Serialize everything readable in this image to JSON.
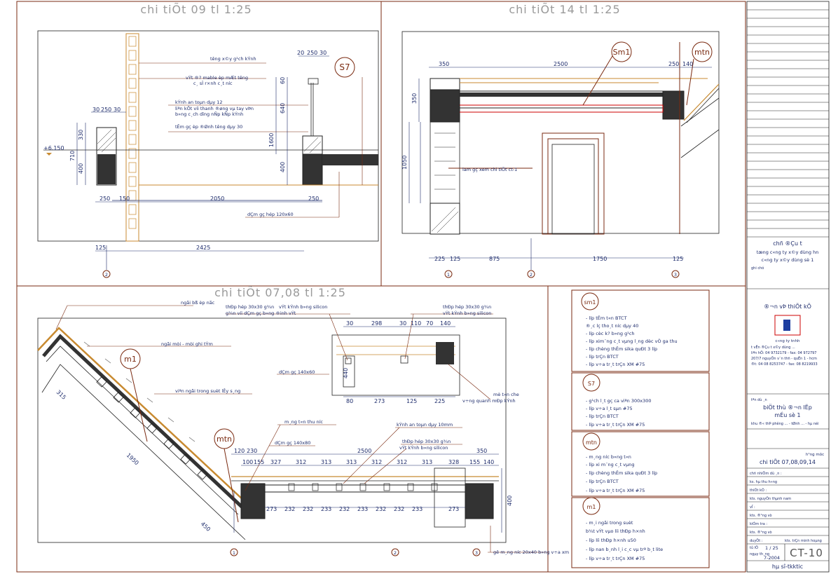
{
  "panels": {
    "detail09": {
      "title": "chi tiÕt 09 tl 1:25",
      "notes": [
        "t­êng x©y g¹ch kÝnh",
        "vÝt ®? mable èp mÆt t­êng",
        "c¸ sÎ r×nh c¸t n­íc",
        "kÝnh an toµn dµy 12",
        "liªn kÕt víi thanh ®øng vµ tay vÞn",
        "b»ng c¸ch dïng nÑp kÑp kÝnh",
        "tÊm gç èp ®Ønh t­êng dµy 30",
        "dÇm gç hép 120x60"
      ],
      "level": "+6.150",
      "dims": [
        "30",
        "250",
        "30",
        "330",
        "710",
        "400",
        "60",
        "640",
        "1600",
        "400",
        "20",
        "250",
        "30",
        "250",
        "150",
        "2050",
        "250",
        "125",
        "2425"
      ],
      "tag": "S7",
      "axis": "2"
    },
    "detail14": {
      "title": "chi tiÕt 14 tl 1:25",
      "tags": [
        "Sm1",
        "mtn"
      ],
      "note": "lam gç xem chi tiÕt ct-1",
      "dims": [
        "350",
        "2500",
        "250",
        "140",
        "350",
        "1050",
        "225",
        "125",
        "875",
        "1750",
        "125"
      ],
      "axes": [
        "1",
        "2",
        "3"
      ]
    },
    "detail0708": {
      "title": "chi tiÕt 07,08 tl 1:25",
      "notes": [
        "ngãi bß èp nãc",
        "thÐp hép 30x30 g¾n",
        "vÝt kÝnh b»ng silicon",
        "g¾n víi dÇm gç b»ng ®inh vÝt",
        "ngãi mòi - mòi ghi tÝm",
        "viªn ngãi trong suèt lÊy s¸ng",
        "thÐp hép 30x30 g¾n",
        "vÝt kÝnh b»ng silicon",
        "dÇm gç 140x60",
        "m¸ng t«n thu n­íc",
        "kÝnh an toµn dµy 10mm",
        "dÇm gç 140x80",
        "thÐp hép 30x30 g¾n",
        "vÝt kÝnh b»ng silicon",
        "mè t«n che",
        "v÷ng quanh mÐp kÝnh",
        "gê m¸ng n­íc 20x40 b»ng v÷a xm"
      ],
      "tags": [
        "m1",
        "mtn"
      ],
      "dims_top": [
        "30",
        "298",
        "30",
        "110",
        "70",
        "140"
      ],
      "dims_bottom": [
        "80",
        "273",
        "125",
        "225"
      ],
      "dims_span": [
        "120",
        "230",
        "2500",
        "350",
        "100",
        "155",
        "327",
        "312",
        "313",
        "313",
        "312",
        "312",
        "313",
        "328",
        "155",
        "140"
      ],
      "dims_row": [
        "273",
        "232",
        "232",
        "233",
        "232",
        "233",
        "232",
        "232",
        "233",
        "273"
      ],
      "dims_slope": [
        "315",
        "1950",
        "450",
        "400",
        "440"
      ],
      "axes": [
        "1",
        "2",
        "3"
      ]
    }
  },
  "legend": [
    {
      "tag": "sm1",
      "items": [
        "- líp tÊm t«n BTCT",
        "®¸c lç tho¸t n­íc dµy 40",
        "- líp cèc k? b»ng g¹ch",
        "- líp xim¨ng c¸t vµng l¸ng dèc vÒ ga thu",
        "- líp chèng thÊm sika quÐt 3 líp",
        "- líp trÇn BTCT",
        "- líp v÷a tr¸t trÇn XM #75"
      ]
    },
    {
      "tag": "S7",
      "items": [
        "- g¹ch l¸t gç ca viªn 300x300",
        "- líp v÷a l¸t sµn #75",
        "- líp trÇn BTCT",
        "- líp v÷a tr¸t trÇn XM #75"
      ]
    },
    {
      "tag": "mtn",
      "items": [
        "- m¸ng n­íc b»ng t«n",
        "- líp xi m¨ng c¸t vµng",
        "- líp chèng thÊm sika quÐt 3 líp",
        "- líp trÇn BTCT",
        "- líp v÷a tr¸t trÇn XM #75"
      ]
    },
    {
      "tag": "m1",
      "items": [
        "- m¸i ngãi trong suèt",
        "b¾t vÝt vµo l­íi thÐp h×nh",
        "- líp l­íi thÐp h×nh u50",
        "- líp nan b¸nh l¸i c¸c vµ trª b¸t lite",
        "- líp v÷a tr¸t trÇn XM #75"
      ]
    }
  ],
  "titleblock": {
    "owner_label": "chñ ®Çu t­",
    "owner_lines": [
      "tæng c«ng ty x©y dùng hn",
      "c«ng ty x©y dùng sè 1"
    ],
    "owner_sub": "ghi chó",
    "consultant_label": "®¬n vÞ thiÕt kÕ",
    "consultant_lines": [
      "c«ng ty tnhh",
      "t­ vÊn ®Çu t­ x©y dùng ...",
      "liªn hÖ: 04 9732179 - fax: 04 972797",
      "207/7 nguyÔn v¨n thñ - quËn 1 - hcm",
      "®t: 04 08 8253747 - fax: 08 8219933"
    ],
    "project_label": "tªn dù ¸n",
    "project_lines": [
      "biÖt thù ®¬n lËp",
      "mÉu sè 1"
    ],
    "project_location": "khu ®« thÞ ph­êng ... - tØnh ... - hµ néi",
    "drawing_label": "h¹ng môc",
    "drawing_name": "chi tiÕt 07,08,09,14",
    "roles": [
      {
        "role": "chñ nhiÖm dù ¸n :",
        "name": "ks. hµ thu h»ng"
      },
      {
        "role": "thiÕt kÕ :",
        "name": "kts. nguyÔn thµnh nam"
      },
      {
        "role": "vÏ :",
        "name": "kts. ®¹ng vò"
      },
      {
        "role": "kiÓm tra :",
        "name": "kts. ®¹ng vò"
      },
      {
        "role": "duyÖt :",
        "name": "kts. trÇn minh hoµng"
      }
    ],
    "scale_label": "tû lÖ",
    "scale": "1 / 25",
    "date_label": "ngµy th¸ng",
    "date": "7-2004",
    "sheet_no": "CT-10",
    "footer": "hµ sî-tkktic"
  }
}
